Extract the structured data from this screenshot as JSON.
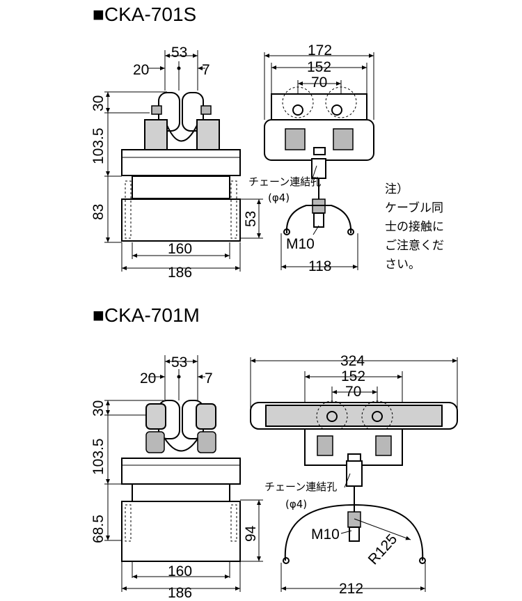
{
  "models": [
    {
      "title": "■CKA-701S",
      "front": {
        "top_w": "53",
        "left_w": "20",
        "right_w": "7",
        "h1": "30",
        "h2": "103.5",
        "h3": "83",
        "h4": "53",
        "w_inner": "160",
        "w_outer": "186"
      },
      "side": {
        "w_outer": "172",
        "w_mid": "152",
        "w_inner": "70",
        "w_bottom": "118",
        "chain_label": "チェーン連結孔",
        "chain_hole": "(φ4)",
        "bolt": "M10"
      }
    },
    {
      "title": "■CKA-701M",
      "front": {
        "top_w": "53",
        "left_w": "20",
        "right_w": "7",
        "h1": "30",
        "h2": "103.5",
        "h3": "68.5",
        "h4": "94",
        "w_inner": "160",
        "w_outer": "186"
      },
      "side": {
        "w_outer": "324",
        "w_mid": "152",
        "w_inner": "70",
        "w_bottom": "212",
        "radius": "R125",
        "chain_label": "チェーン連結孔",
        "chain_hole": "(φ4)",
        "bolt": "M10"
      }
    }
  ],
  "note": {
    "line1": "注）",
    "line2": "ケーブル同",
    "line3": "士の接触に",
    "line4": "ご注意くだ",
    "line5": "さい。"
  }
}
